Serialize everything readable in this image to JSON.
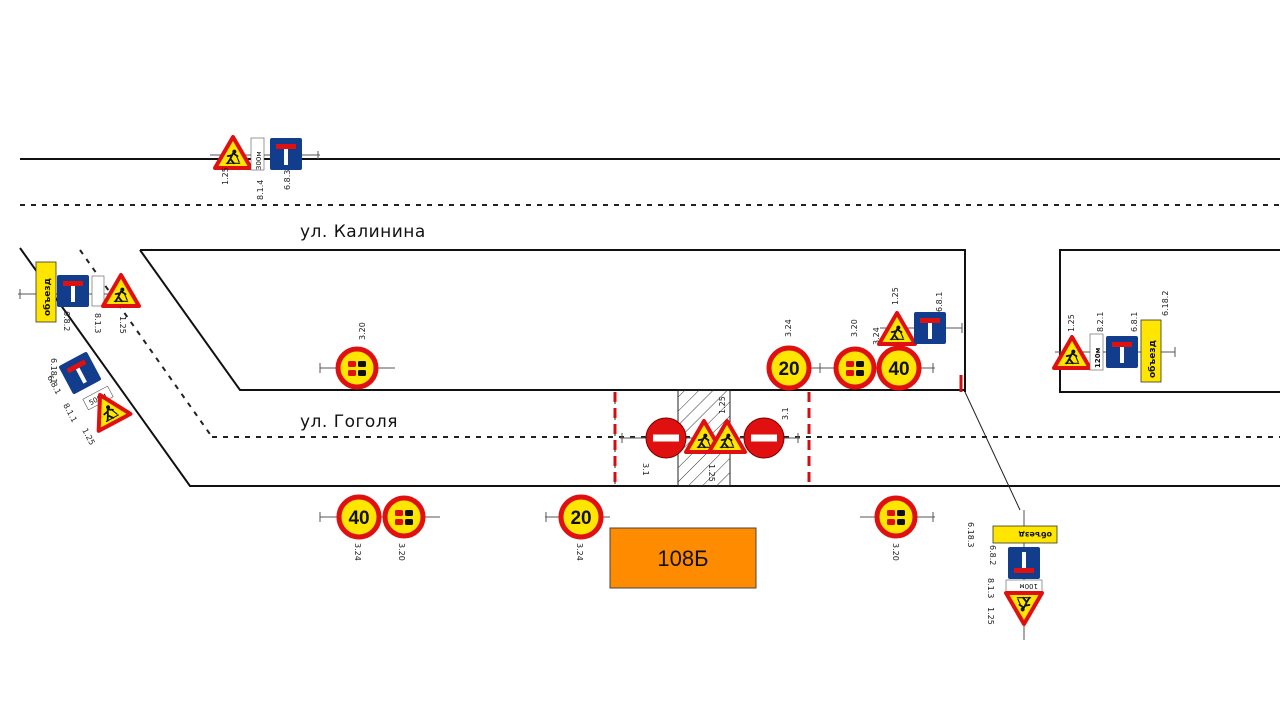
{
  "streets": {
    "kalinina": "ул. Калинина",
    "gogolya": "ул. Гоголя"
  },
  "building": {
    "label": "108Б",
    "color": "#ff8c00"
  },
  "speed_limits": {
    "s20_top": "20",
    "s40_top": "40",
    "s40_bottom": "40",
    "s20_bottom": "20"
  },
  "sign_codes": {
    "c_1_25_top": "1.25",
    "c_8_1_4_top": "8.1.4",
    "c_6_8_3_top": "6.8.3",
    "c_6_18_1_left": "6.18.1",
    "c_6_8_2_left": "6.8.2",
    "c_8_1_3_left": "8.1.3",
    "c_1_25_left": "1.25",
    "c_6_8_1_left": "6.8.1",
    "c_8_1_1_left": "8.1.1",
    "c_1_25_left2": "1.25",
    "c_3_20_a": "3.20",
    "c_3_24_a": "3.24",
    "c_3_20_b": "3.20",
    "c_3_24_b": "3.24",
    "c_1_25_mid": "1.25",
    "c_6_8_1_mid": "6.8.1",
    "c_3_1_left": "3.1",
    "c_1_25_work_a": "1.25",
    "c_1_25_work_b": "1.25",
    "c_3_1_right": "3.1",
    "c_3_24_bl": "3.24",
    "c_3_20_bl": "3.20",
    "c_3_24_bm": "3.24",
    "c_3_20_br": "3.20",
    "c_6_18_3": "6.18.3",
    "c_6_8_2_br": "6.8.2",
    "c_8_1_3_br": "8.1.3",
    "c_1_25_br": "1.25",
    "c_1_25_right": "1.25",
    "c_8_2_1_right": "8.2.1",
    "c_6_8_1_right": "6.8.1",
    "c_6_18_2_right": "6.18.2"
  },
  "plates": {
    "dist_300": "300м",
    "dist_500": "500м",
    "dist_120": "120м",
    "dist_100": "100м",
    "detour": "объезд"
  },
  "colors": {
    "sign_yellow": "#ffe600",
    "sign_red": "#e01010",
    "sign_blue": "#123c8c",
    "plate_yellow": "#ffe600",
    "fence_red": "#d01010"
  }
}
